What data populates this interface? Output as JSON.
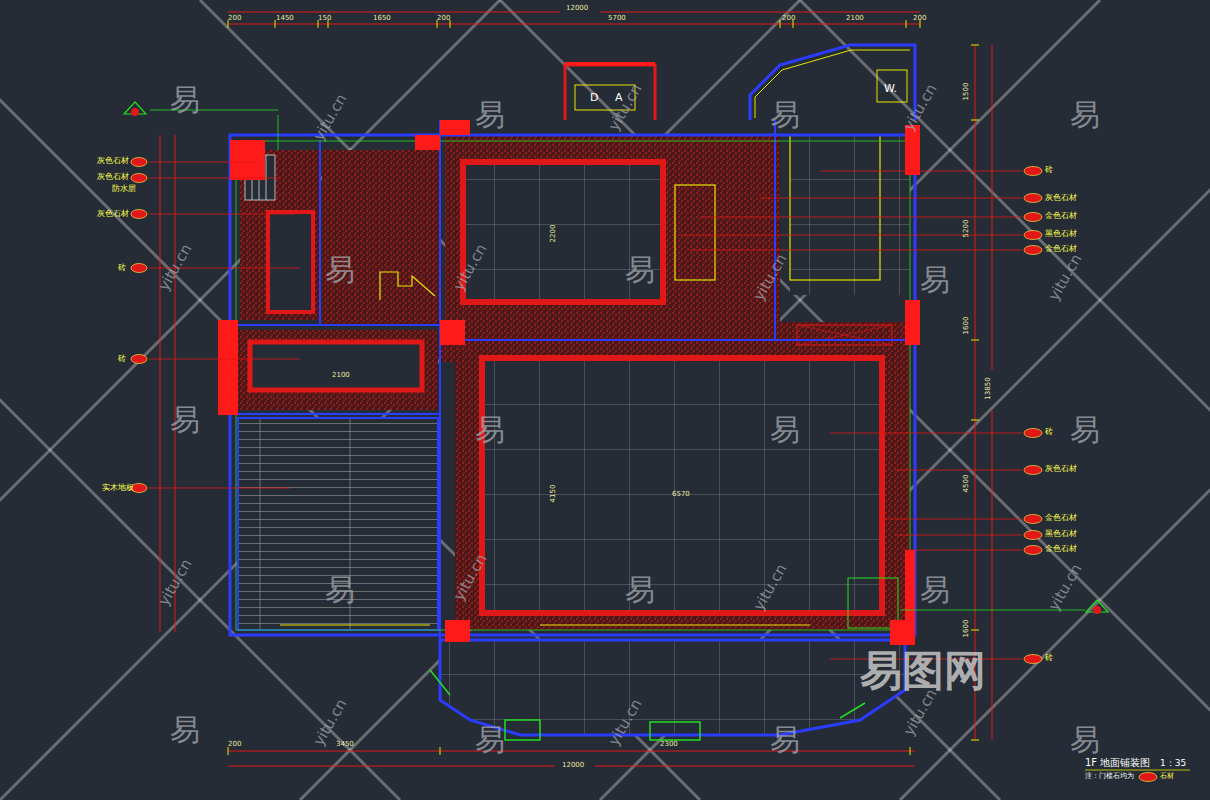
{
  "diagram": {
    "title": "1F 地面铺装图",
    "caption": "注：门槛石均为",
    "labels": [
      "灰色石材",
      "灰色石材",
      "防水层",
      "灰色石材",
      "砖",
      "砖",
      "实木地板",
      "砖",
      "灰色石材",
      "金色石材",
      "黑色石材",
      "金色石材",
      "砖",
      "灰色石材",
      "金色石材",
      "黑色石材",
      "金色石材",
      "砖",
      "200",
      "1450",
      "150",
      "1650",
      "200",
      "5700",
      "200",
      "2100",
      "200",
      "12000",
      "200",
      "3450",
      "2300",
      "12000",
      "1500",
      "5200",
      "1600",
      "13850",
      "4500",
      "1600",
      "2100",
      "6570",
      "4150",
      "2200",
      "D",
      "A",
      "W.",
      "1：35",
      "石材",
      "易",
      "易",
      "易",
      "易",
      "易",
      "易",
      "易",
      "易",
      "易",
      "易",
      "易",
      "易",
      "易",
      "易",
      "易",
      "易",
      "易",
      "易",
      "yitu.cn",
      "yitu.cn",
      "yitu.cn",
      "yitu.cn",
      "yitu.cn",
      "yitu.cn",
      "yitu.cn",
      "yitu.cn",
      "yitu.cn",
      "yitu.cn",
      "yitu.cn",
      "yitu.cn",
      "yitu.cn",
      "yitu.cn",
      "易图网"
    ]
  }
}
